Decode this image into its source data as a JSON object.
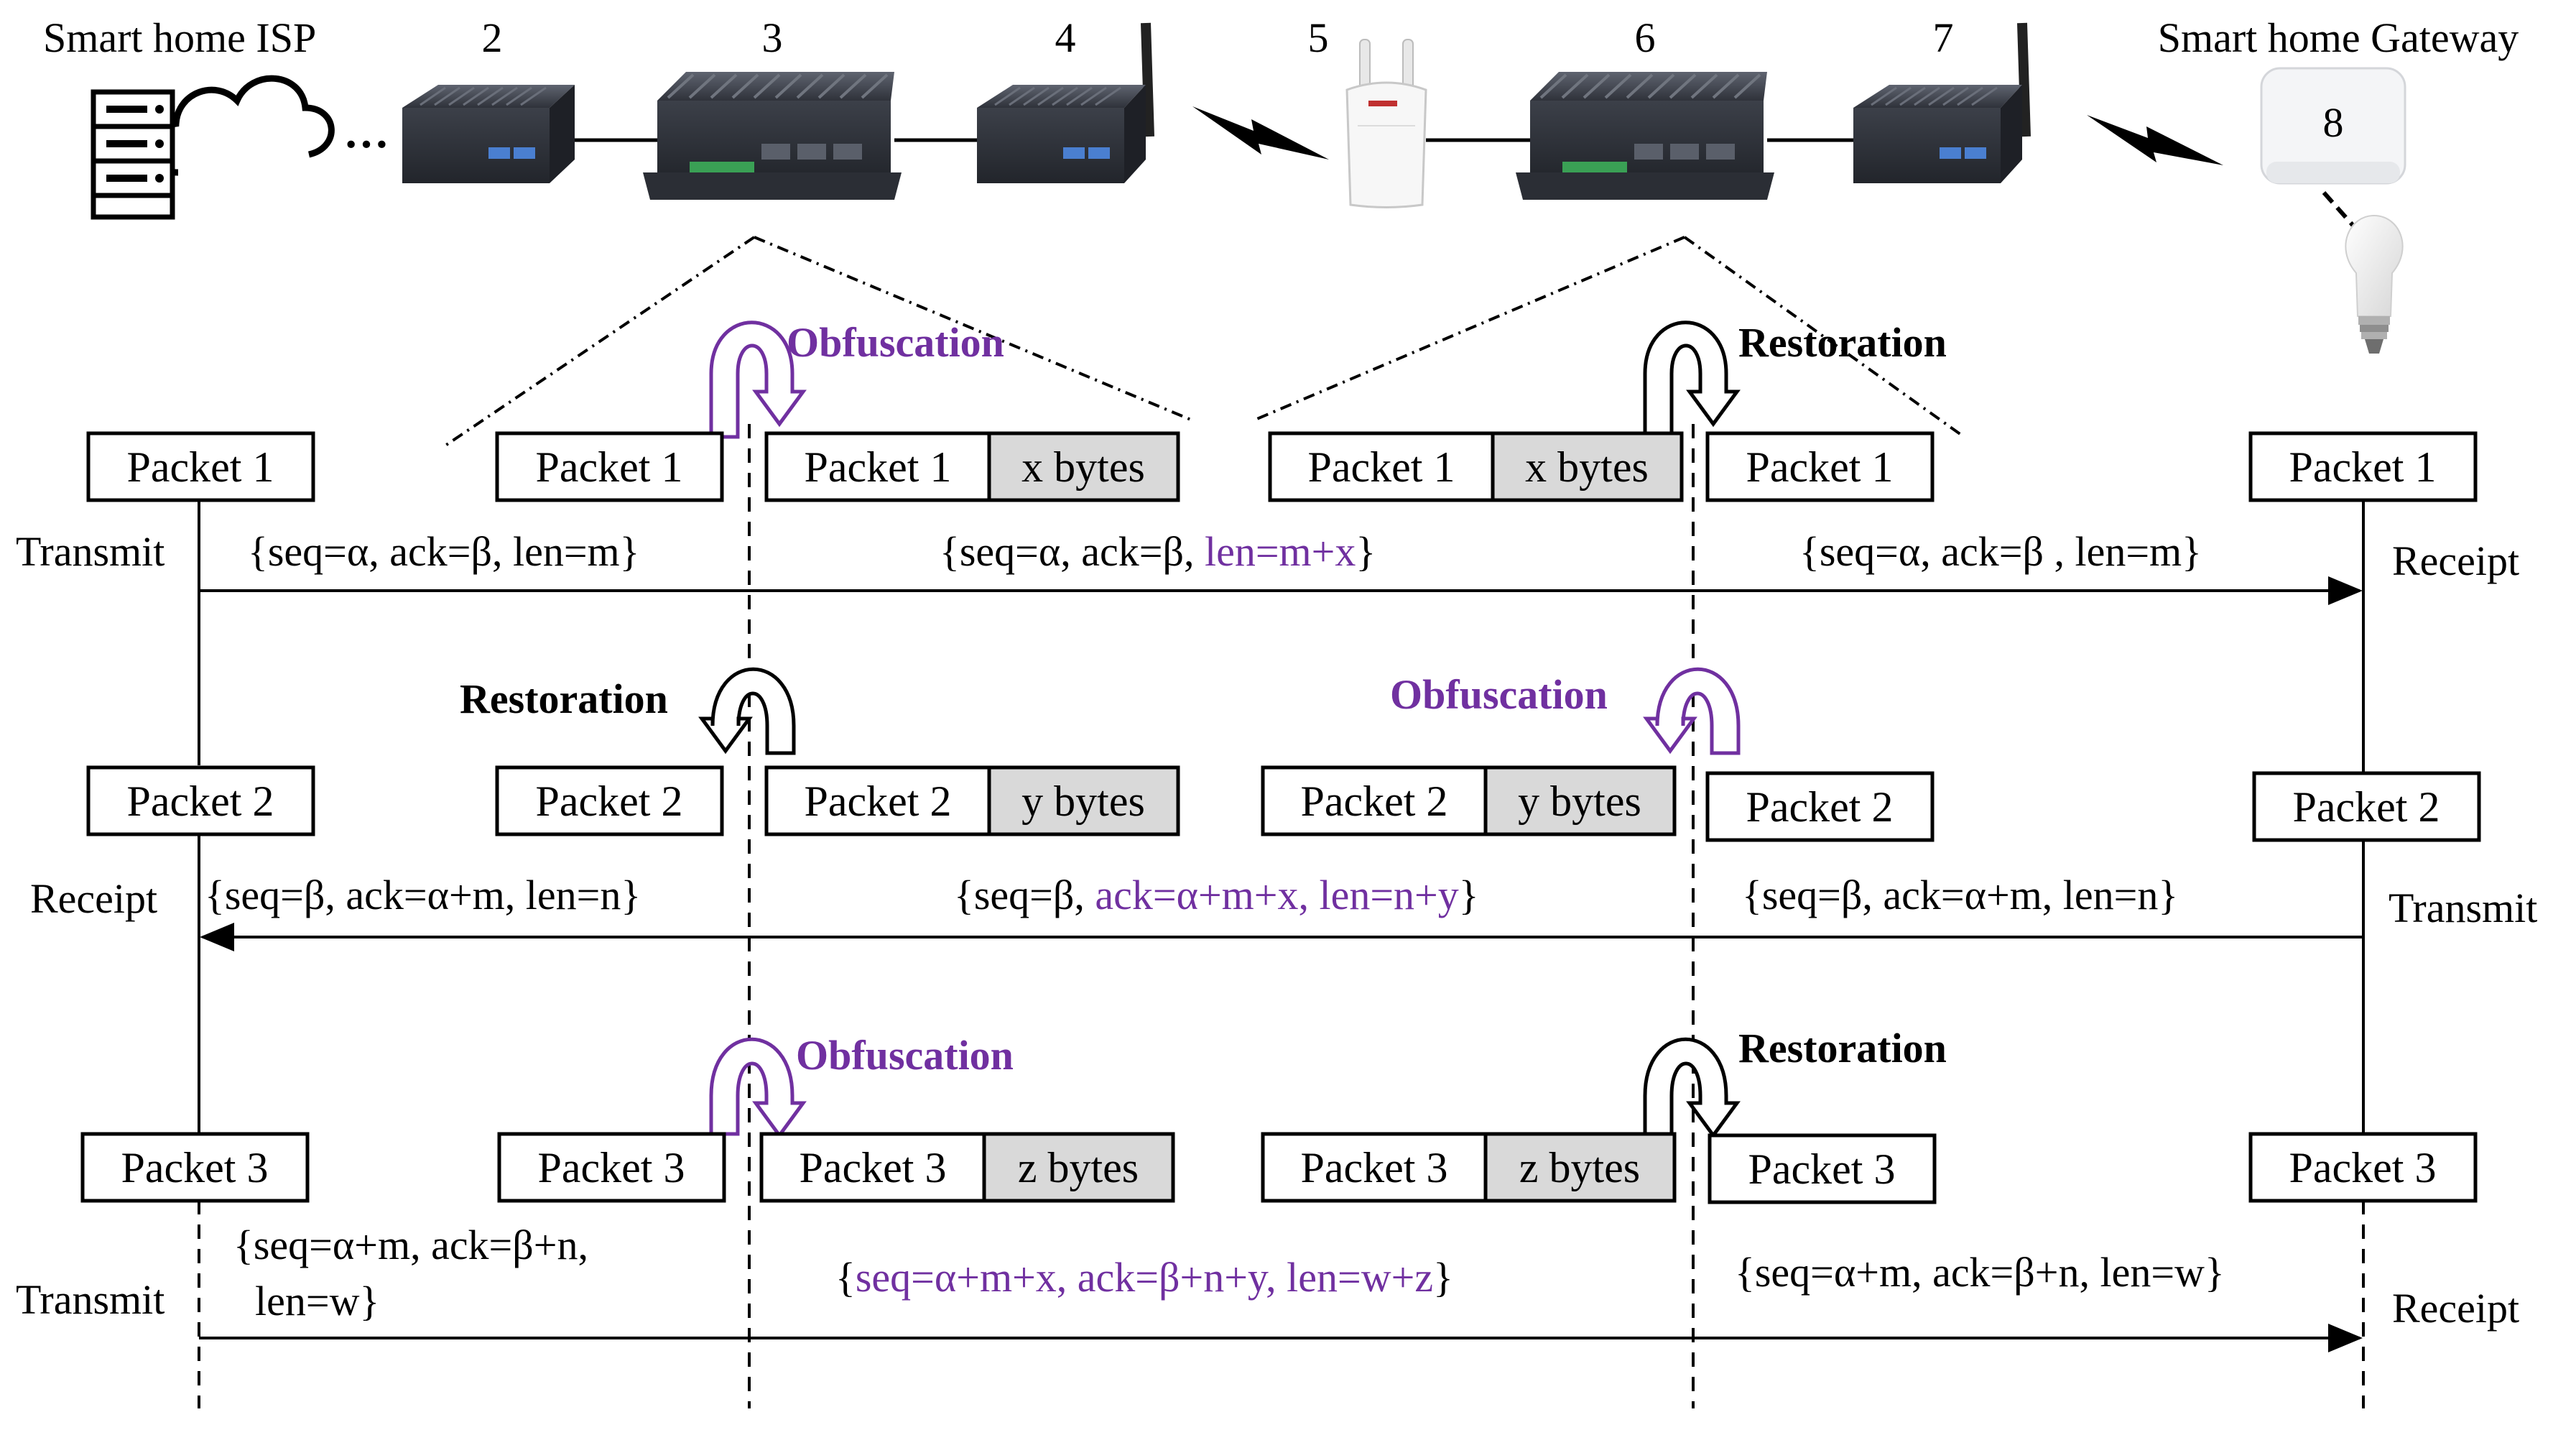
{
  "topology": {
    "isp_label": "Smart home ISP",
    "gateway_label": "Smart home Gateway",
    "node_numbers": [
      "2",
      "3",
      "4",
      "5",
      "6",
      "7"
    ],
    "gateway_number": "8",
    "ellipsis": "···"
  },
  "labels": {
    "obfuscation": "Obfuscation",
    "restoration": "Restoration",
    "transmit": "Transmit",
    "receipt": "Receipt"
  },
  "packets": {
    "p1": "Packet 1",
    "p2": "Packet 2",
    "p3": "Packet 3",
    "x": "x bytes",
    "y": "y bytes",
    "z": "z bytes"
  },
  "headers": {
    "row1": {
      "left": "{seq=α, ack=β, len=m}",
      "mid_black": "{seq=α, ack=β, ",
      "mid_purple": "len=m+x",
      "mid_end": "}",
      "right": "{seq=α, ack=β , len=m}"
    },
    "row2": {
      "left": "{seq=β, ack=α+m, len=n}",
      "mid_black": "{seq=β, ",
      "mid_purple": "ack=α+m+x, len=n+y",
      "mid_end": "}",
      "right": "{seq=β, ack=α+m, len=n}"
    },
    "row3": {
      "left_line1": "{seq=α+m, ack=β+n,",
      "left_line2": "len=w}",
      "mid_open": "{",
      "mid_purple": "seq=α+m+x, ack=β+n+y, len=w+z",
      "mid_end": "}",
      "right": "{seq=α+m, ack=β+n, len=w}"
    }
  },
  "colors": {
    "purple": "#7030a0",
    "black": "#000000",
    "gray_fill": "#d9d9d9"
  }
}
